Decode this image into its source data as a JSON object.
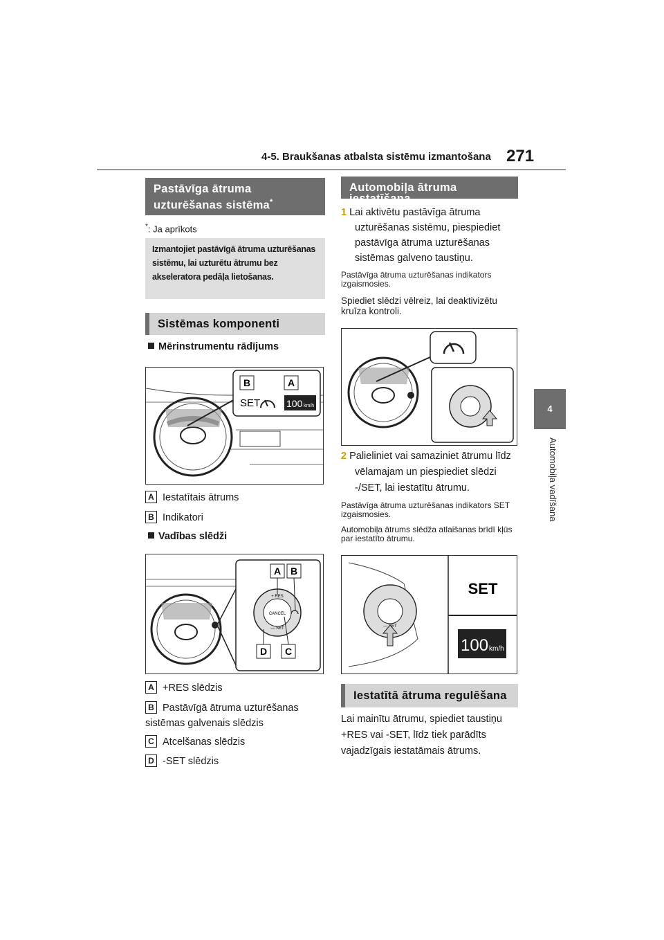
{
  "header": {
    "title": "4-5. Braukšanas atbalsta sistēmu izmantošana",
    "page_number": "271"
  },
  "side_tab": {
    "number": "4",
    "text": "Automobiļa vadīšana"
  },
  "left": {
    "section_title_line1": "Pastāvīga ātruma",
    "section_title_line2": "uzturēšanas sistēma",
    "section_title_star": "*",
    "footnote_star": "*",
    "footnote": ": Ja aprīkots",
    "intro": "Izmantojiet pastāvīgā ātruma uzturēšanas sistēmu, lai uzturētu ātrumu bez akseleratora pedāļa lietošanas.",
    "components_title": "Sistēmas komponenti",
    "meter_heading": "Mērinstrumentu rādījums",
    "meter_items": [
      {
        "key": "A",
        "text": "Iestatītais ātrums"
      },
      {
        "key": "B",
        "text": "Indikatori"
      }
    ],
    "switch_heading": "Vadības slēdži",
    "switch_items": [
      {
        "key": "A",
        "text": "+RES slēdzis"
      },
      {
        "key": "B",
        "text": "Pastāvīgā ātruma uzturēšanas sistēmas galvenais slēdzis"
      },
      {
        "key": "C",
        "text": "Atcelšanas slēdzis"
      },
      {
        "key": "D",
        "text": "-SET slēdzis"
      }
    ]
  },
  "right": {
    "set_title": "Automobiļa ātruma iestatīšana",
    "step1_num": "1",
    "step1": "Lai aktivētu pastāvīga ātruma uzturēšanas sistēmu, piespiediet pastāvīga ātruma uzturēšanas sistēmas galveno taustiņu.",
    "step1_note": "Pastāvīga ātruma uzturēšanas indikators izgaismosies.",
    "step1_note2": "Spiediet slēdzi vēlreiz, lai deaktivizētu kruīza kontroli.",
    "step2_num": "2",
    "step2": "Palieliniet vai samaziniet ātrumu līdz vēlamajam un piespiediet slēdzi -/SET, lai iestatītu ātrumu.",
    "step2_note": "Pastāvīga ātruma uzturēšanas indikators SET izgaismosies.",
    "step2_note2": "Automobiļa ātrums slēdža atlaišanas brīdī kļūs par iestatīto ātrumu.",
    "adjust_title": "Iestatītā ātruma regulēšana",
    "adjust_text": "Lai mainītu ātrumu, spiediet taustiņu +RES vai -SET, līdz tiek parādīts vajadzīgais iestatāmais ātrums."
  },
  "figures": {
    "set_text": "SET",
    "speed_value": "100",
    "speed_unit": "km/h",
    "callout_a": "A",
    "callout_b": "B",
    "callout_c": "C",
    "callout_d": "D",
    "res_label": "+ RES",
    "set_label": "— SET",
    "cancel_label": "CANCEL"
  }
}
